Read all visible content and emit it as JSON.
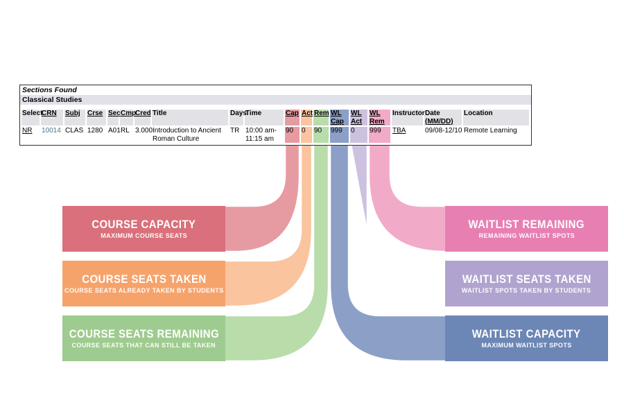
{
  "table": {
    "sections_found_label": "Sections Found",
    "subject_label": "Classical Studies",
    "headers": [
      {
        "l1": "Select",
        "l2": ""
      },
      {
        "l1": "CRN",
        "l2": ""
      },
      {
        "l1": "Subj",
        "l2": ""
      },
      {
        "l1": "Crse",
        "l2": ""
      },
      {
        "l1": "Sec",
        "l2": ""
      },
      {
        "l1": "Cmp",
        "l2": ""
      },
      {
        "l1": "Cred",
        "l2": ""
      },
      {
        "l1": "Title",
        "l2": ""
      },
      {
        "l1": "Days",
        "l2": ""
      },
      {
        "l1": "Time",
        "l2": ""
      },
      {
        "l1": "Cap",
        "l2": ""
      },
      {
        "l1": "Act",
        "l2": ""
      },
      {
        "l1": "Rem",
        "l2": ""
      },
      {
        "l1": "WL",
        "l2": "Cap"
      },
      {
        "l1": "WL",
        "l2": "Act"
      },
      {
        "l1": "WL",
        "l2": "Rem"
      },
      {
        "l1": "Instructor",
        "l2": ""
      },
      {
        "l1": "Date",
        "l2": "(MM/DD)"
      },
      {
        "l1": "Location",
        "l2": ""
      }
    ],
    "row": {
      "select": "NR",
      "crn": "10014",
      "subj": "CLAS",
      "crse": "1280",
      "sec": "A01",
      "cmp": "RL",
      "cred": "3.000",
      "title": "Introduction to Ancient Roman Culture",
      "days": "TR",
      "time": "10:00 am-11:15 am",
      "cap": "90",
      "act": "0",
      "rem": "90",
      "wl_cap": "999",
      "wl_act": "0",
      "wl_rem": "999",
      "instructor": "TBA",
      "date": "09/08-12/10",
      "location": "Remote Learning"
    }
  },
  "legend": {
    "left": [
      {
        "title": "COURSE CAPACITY",
        "subtitle": "MAXIMUM COURSE SEATS",
        "color": "#d9707b",
        "ribbon_color": "#e69aa1"
      },
      {
        "title": "COURSE SEATS TAKEN",
        "subtitle": "COURSE SEATS ALREADY TAKEN BY STUDENTS",
        "color": "#f6a36b",
        "ribbon_color": "#fac49e"
      },
      {
        "title": "COURSE SEATS REMAINING",
        "subtitle": "COURSE SEATS THAT CAN STILL BE TAKEN",
        "color": "#9ecb8f",
        "ribbon_color": "#b9dcab"
      }
    ],
    "right": [
      {
        "title": "WAITLIST REMAINING",
        "subtitle": "REMAINING WAITLIST SPOTS",
        "color": "#e77fb3",
        "ribbon_color": "#f2aac9"
      },
      {
        "title": "WAITLIST SEATS TAKEN",
        "subtitle": "WAITLIST SPOTS TAKEN BY STUDENTS",
        "color": "#b1a3cf",
        "ribbon_color": "#ccc2df"
      },
      {
        "title": "WAITLIST CAPACITY",
        "subtitle": "MAXIMUM WAITLIST SPOTS",
        "color": "#6c86b5",
        "ribbon_color": "#8ca0c7"
      }
    ]
  },
  "colors": {
    "table_border": "#2f2f2f",
    "header_cell_bg": "#e2e2e6",
    "subject_band_bg": "#e1e1e9",
    "crn_link": "#4d7586",
    "page_bg": "#ffffff"
  }
}
